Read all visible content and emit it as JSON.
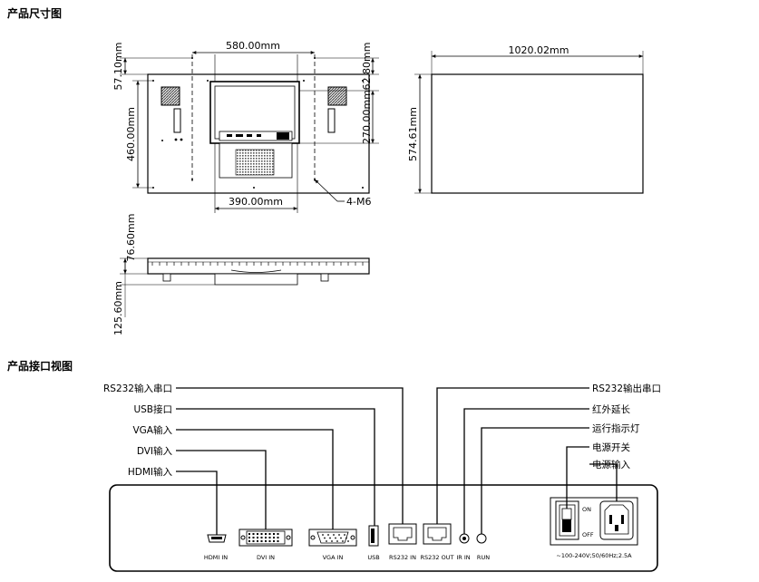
{
  "sections": {
    "dimensions_title": "产品尺寸图",
    "ports_title": "产品接口视图"
  },
  "dimensions": {
    "mount_width": "580.00mm",
    "top_offset": "57.10mm",
    "mount_height": "460.00mm",
    "top_right_offset": "62.80mm",
    "inner_height": "270.00mm",
    "bottom_width": "390.00mm",
    "screw_spec": "4-M6",
    "total_width": "1020.02mm",
    "total_height": "574.61mm",
    "side_depth": "76.60mm",
    "side_total": "125.60mm"
  },
  "callouts": {
    "rs232_in": "RS232输入串口",
    "usb": "USB接口",
    "vga": "VGA输入",
    "dvi": "DVI输入",
    "hdmi": "HDMI输入",
    "rs232_out": "RS232输出串口",
    "ir_ext": "红外延长",
    "run_light": "运行指示灯",
    "power_switch": "电源开关",
    "power_input": "电源输入"
  },
  "ports": {
    "hdmi": "HDMI IN",
    "dvi": "DVI IN",
    "vga": "VGA IN",
    "usb": "USB",
    "rs232_in": "RS232 IN",
    "rs232_out": "RS232 OUT",
    "ir_in": "IR IN",
    "run": "RUN",
    "on": "ON",
    "off": "OFF",
    "power_rating": "~100-240V;50/60Hz;2.5A"
  }
}
